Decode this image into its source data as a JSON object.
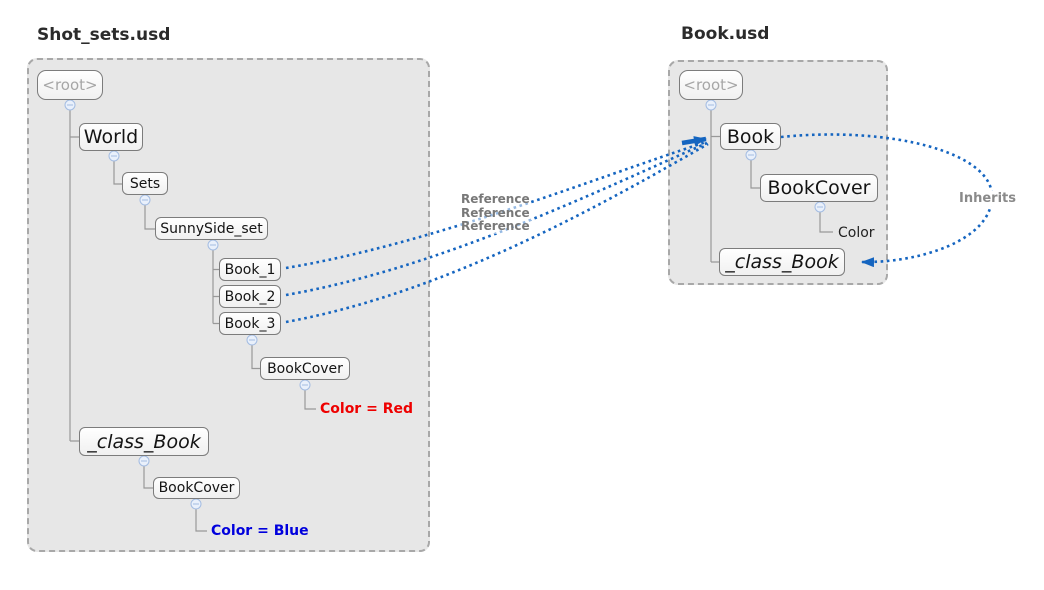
{
  "left_panel": {
    "title": "Shot_sets.usd",
    "nodes": {
      "root": "<root>",
      "world": "World",
      "sets": "Sets",
      "sunnyside_set": "SunnySide_set",
      "book_1": "Book_1",
      "book_2": "Book_2",
      "book_3": "Book_3",
      "bookcover_1": "BookCover",
      "class_book": "_class_Book",
      "bookcover_2": "BookCover"
    },
    "attributes": {
      "red": {
        "label": "Color = Red",
        "color": "#ee0000"
      },
      "blue": {
        "label": "Color = Blue",
        "color": "#0000dd"
      }
    }
  },
  "right_panel": {
    "title": "Book.usd",
    "nodes": {
      "root": "<root>",
      "book": "Book",
      "bookcover": "BookCover",
      "class_book": "_class_Book"
    },
    "attributes": {
      "color": {
        "label": "Color"
      }
    }
  },
  "edges": {
    "references": [
      {
        "from": "Book_1",
        "to": "Book",
        "label": "Reference"
      },
      {
        "from": "Book_2",
        "to": "Book",
        "label": "Reference"
      },
      {
        "from": "Book_3",
        "to": "Book",
        "label": "Reference"
      }
    ],
    "inherits": {
      "from": "Book",
      "to": "_class_Book",
      "label": "Inherits"
    }
  },
  "colors": {
    "arrow_blue": "#1565c0",
    "tree_line": "#999999",
    "collapse_icon_stroke": "#a3bce2",
    "collapse_icon_fill": "#e9f0fb",
    "reference_label_gray": "#787878",
    "inherits_label_gray": "#8a8a8a"
  }
}
